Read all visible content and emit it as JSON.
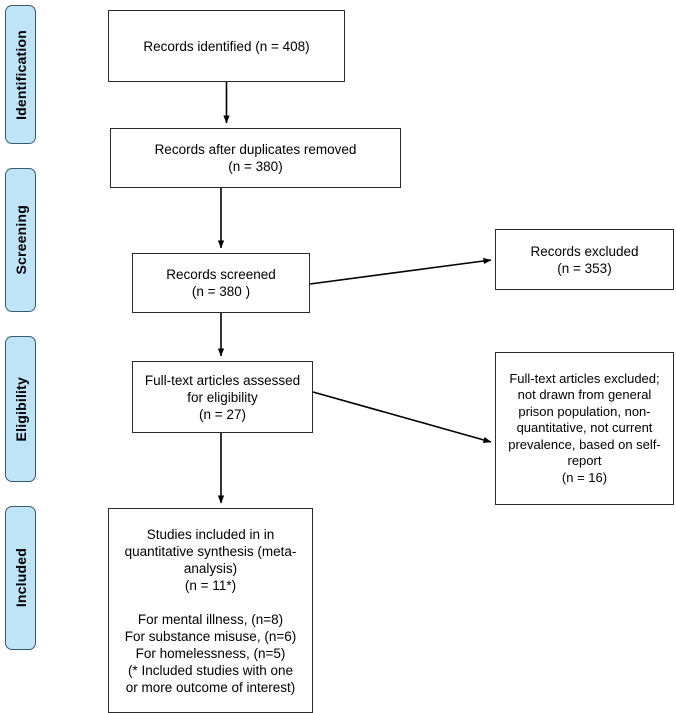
{
  "diagram": {
    "title": "PRISMA study selection flow diagram",
    "colors": {
      "stage_fill": "#bfe3f7",
      "stage_border": "#3c5a6e",
      "box_border": "#2b2b2b",
      "box_fill": "#ffffff",
      "arrow": "#000000"
    }
  },
  "stages": [
    {
      "id": "identification",
      "label": "Identification"
    },
    {
      "id": "screening",
      "label": "Screening"
    },
    {
      "id": "eligibility",
      "label": "Eligibility"
    },
    {
      "id": "included",
      "label": "Included"
    }
  ],
  "boxes": {
    "records_identified": {
      "text": "Records identified (n = 408)"
    },
    "duplicates_removed": {
      "text": "Records after duplicates removed\n(n =  380)"
    },
    "records_screened": {
      "text": "Records screened\n(n = 380 )"
    },
    "records_excluded": {
      "text": "Records excluded\n(n = 353)"
    },
    "fulltext_assessed": {
      "text": "Full-text articles assessed\nfor eligibility\n(n = 27)"
    },
    "fulltext_excluded": {
      "text": "Full-text articles excluded;\nnot drawn from general\nprison population, non-\nquantitative, not current\nprevalence, based on self-\nreport\n(n = 16)"
    },
    "studies_included": {
      "text": "Studies included in in\nquantitative synthesis (meta-\nanalysis)\n(n = 11*)\n\nFor mental illness, (n=8)\nFor substance misuse, (n=6)\nFor homelessness, (n=5)\n(* Included studies with one\nor more outcome of interest)"
    }
  },
  "arrows": [
    {
      "id": "identified-to-duplicates",
      "from": "records_identified",
      "to": "duplicates_removed",
      "kind": "vertical"
    },
    {
      "id": "duplicates-to-screened",
      "from": "duplicates_removed",
      "to": "records_screened",
      "kind": "vertical"
    },
    {
      "id": "screened-to-excluded",
      "from": "records_screened",
      "to": "records_excluded",
      "kind": "diagonal"
    },
    {
      "id": "screened-to-fulltext",
      "from": "records_screened",
      "to": "fulltext_assessed",
      "kind": "vertical"
    },
    {
      "id": "fulltext-to-excluded",
      "from": "fulltext_assessed",
      "to": "fulltext_excluded",
      "kind": "diagonal"
    },
    {
      "id": "fulltext-to-included",
      "from": "fulltext_assessed",
      "to": "studies_included",
      "kind": "vertical"
    }
  ]
}
